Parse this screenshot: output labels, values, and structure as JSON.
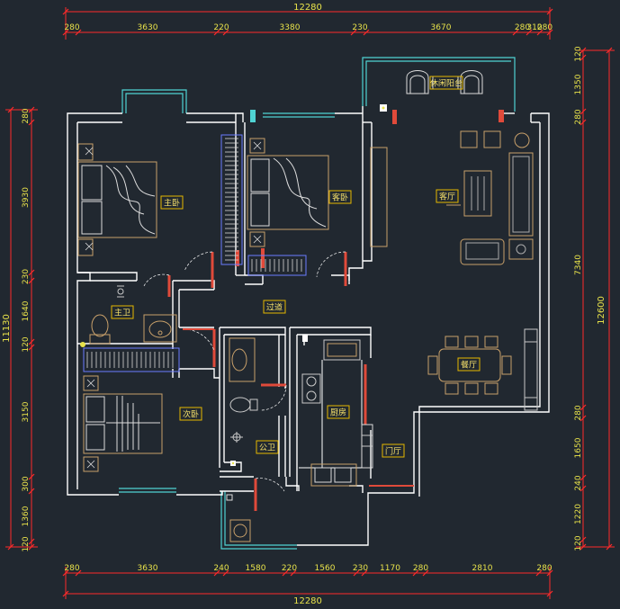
{
  "colors": {
    "background": "#212830",
    "wall": "#ffffff",
    "dimension": "#e8e24a",
    "dim_line": "#ff2a2a",
    "furniture": "#c8a06a",
    "window": "#4fd3d3",
    "door": "#e04a3a",
    "fixture": "#c9c9c9",
    "wardrobe": "#6a7cff",
    "room_label_bg": "#e5b800",
    "room_label_text": "#ffffff"
  },
  "dimensions": {
    "top_segments": [
      "280",
      "3630",
      "220",
      "3380",
      "230",
      "3670",
      "280",
      "310",
      "280"
    ],
    "top_total": "12280",
    "bottom_segments": [
      "280",
      "3630",
      "240",
      "1580",
      "220",
      "1560",
      "230",
      "1170",
      "280",
      "2810",
      "280"
    ],
    "bottom_total": "12280",
    "left_segments": [
      "280",
      "3930",
      "230",
      "1640",
      "120",
      "3150",
      "300",
      "1360",
      "120"
    ],
    "left_total": "11130",
    "right_segments": [
      "120",
      "1350",
      "280",
      "7340",
      "280",
      "1650",
      "240",
      "1220",
      "120"
    ],
    "right_total": "12600"
  },
  "rooms": {
    "master_bedroom": "主卧",
    "guest_bedroom": "客卧",
    "living_room": "客厅",
    "leisure_balcony": "休闲阳台",
    "master_bath": "主卫",
    "corridor": "过道",
    "dining_room": "餐厅",
    "second_bedroom": "次卧",
    "kitchen": "厨房",
    "public_bath": "公卫",
    "entrance": "门厅"
  },
  "icons": {
    "beds": "bed-icon",
    "sofa": "sofa-icon",
    "dining_table": "dining-table-icon",
    "toilet": "toilet-icon",
    "washbasin": "washbasin-icon",
    "stove": "stove-icon",
    "sink": "sink-icon",
    "wardrobe": "wardrobe-icon",
    "door_swing": "door-icon",
    "window": "window-icon"
  }
}
